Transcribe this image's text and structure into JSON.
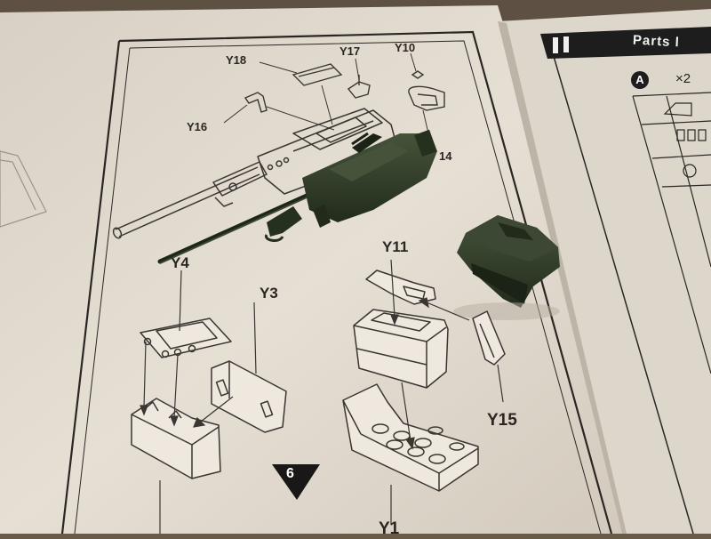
{
  "instruction_sheet": {
    "part_labels": {
      "y18": "Y18",
      "y17": "Y17",
      "y10": "Y10",
      "y16": "Y16",
      "p14": "14",
      "y4": "Y4",
      "y3": "Y3",
      "y11": "Y11",
      "y15": "Y15",
      "y1": "Y1"
    },
    "step_number": "6"
  },
  "parts_panel": {
    "title": "Parts l",
    "sprue_letter": "A",
    "quantity": "×2"
  },
  "colors": {
    "paper": "#e4ddd2",
    "line_art": "#3a3632",
    "model_green": "#2f3a28",
    "table_background": "#6a5a48"
  }
}
